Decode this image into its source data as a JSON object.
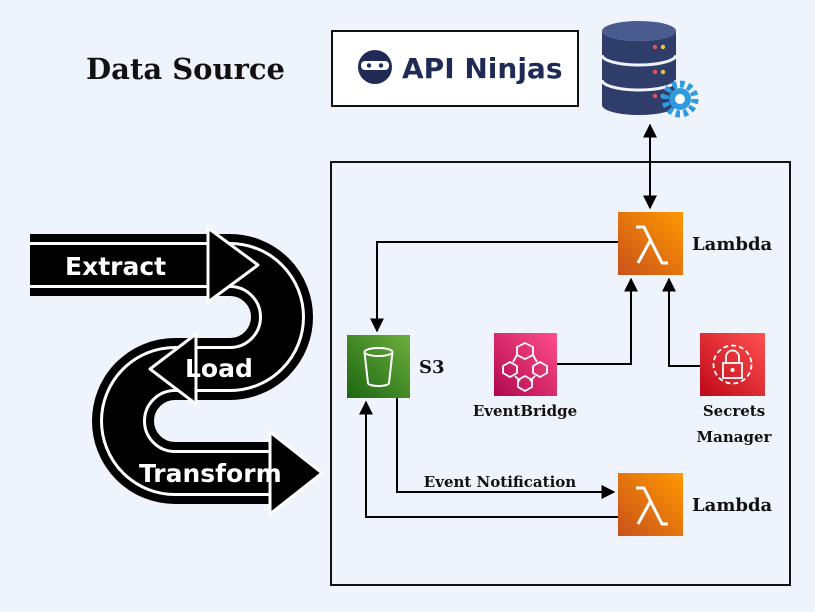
{
  "heading": "Data Source",
  "api_logo_text": "API Ninjas",
  "etl_steps": [
    "Extract",
    "Load",
    "Transform"
  ],
  "nodes": {
    "lambda_top": "Lambda",
    "lambda_bottom": "Lambda",
    "s3": "S3",
    "eventbridge": "EventBridge",
    "secrets_line1": "Secrets",
    "secrets_line2": "Manager"
  },
  "edges": {
    "event_notification": "Event Notification"
  },
  "colors": {
    "background": "#eef3fc",
    "lambda_orange": "#e8740c",
    "s3_green": "#3f8624",
    "eventbridge_pink": "#e7157b",
    "secrets_red": "#dd344c",
    "db_navy": "#2f3d6a",
    "gear_blue": "#2e9be0"
  }
}
